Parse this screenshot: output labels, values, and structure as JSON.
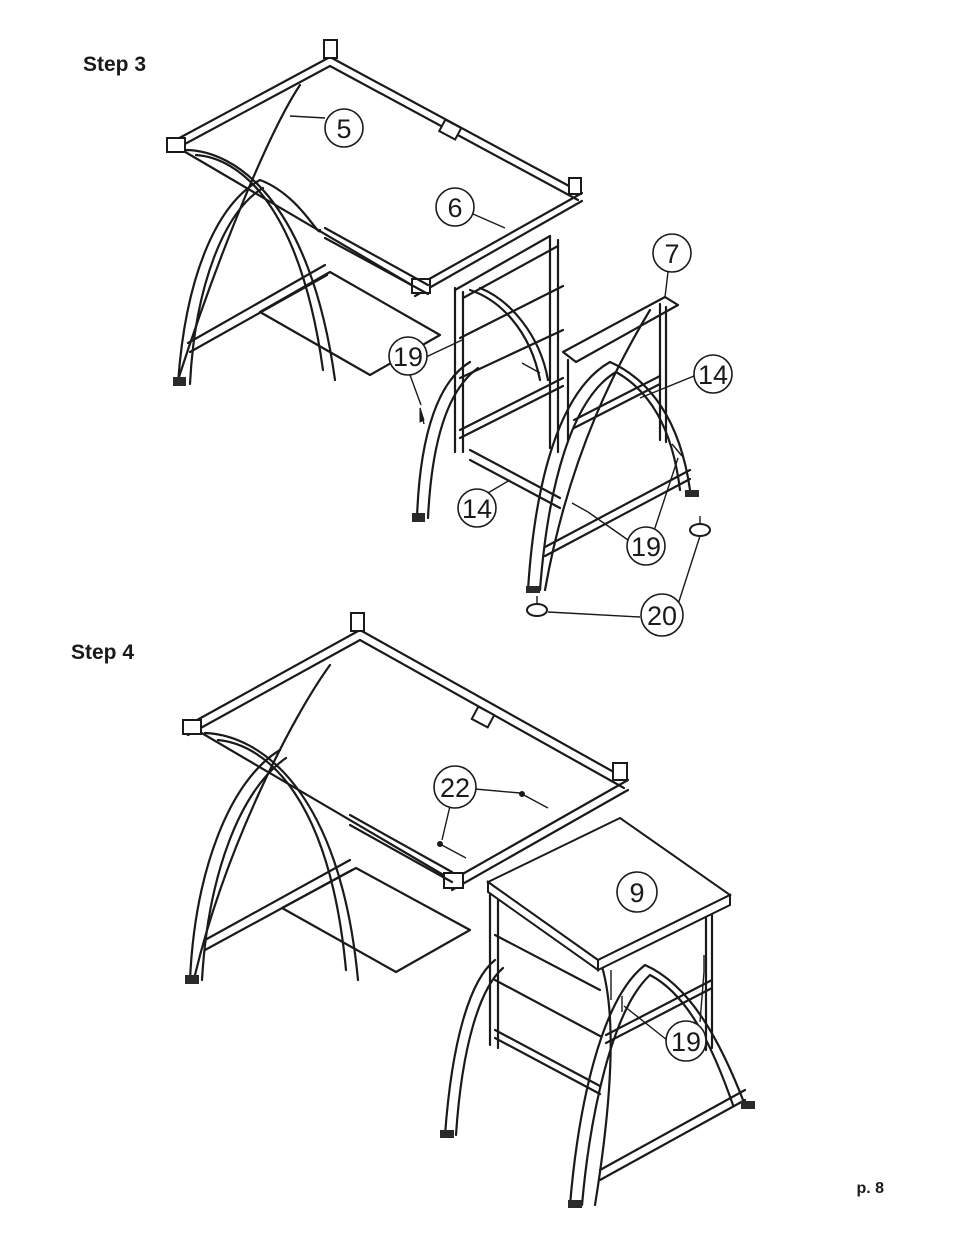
{
  "steps": [
    {
      "title": "Step 3",
      "callouts": [
        "5",
        "6",
        "7",
        "14",
        "14",
        "19",
        "19",
        "20"
      ]
    },
    {
      "title": "Step 4",
      "callouts": [
        "22",
        "9",
        "19"
      ]
    }
  ],
  "page_number": "p. 8"
}
